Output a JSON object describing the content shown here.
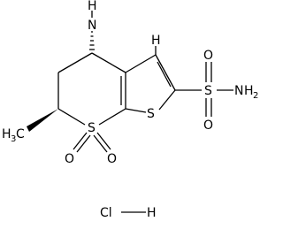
{
  "molecule": {
    "atoms": {
      "amino_h": "H",
      "amino_n": "N",
      "ring_h": "H",
      "ring_s_left": "S",
      "ring_s_right": "S",
      "sulfonyl_o_left": "O",
      "sulfonyl_o_right": "O",
      "sulfonamide_s": "S",
      "sulfonamide_o_top": "O",
      "sulfonamide_o_bottom": "O",
      "sulfonamide_n": "N",
      "sulfonamide_h2": "H",
      "sulfonamide_sub2": "2",
      "methyl_h3": "H",
      "methyl_sub3": "3",
      "methyl_c": "C"
    },
    "salt": {
      "hcl_h": "H",
      "hcl_cl": "Cl"
    }
  },
  "colors": {
    "ink": "#000000",
    "background": "#ffffff"
  }
}
